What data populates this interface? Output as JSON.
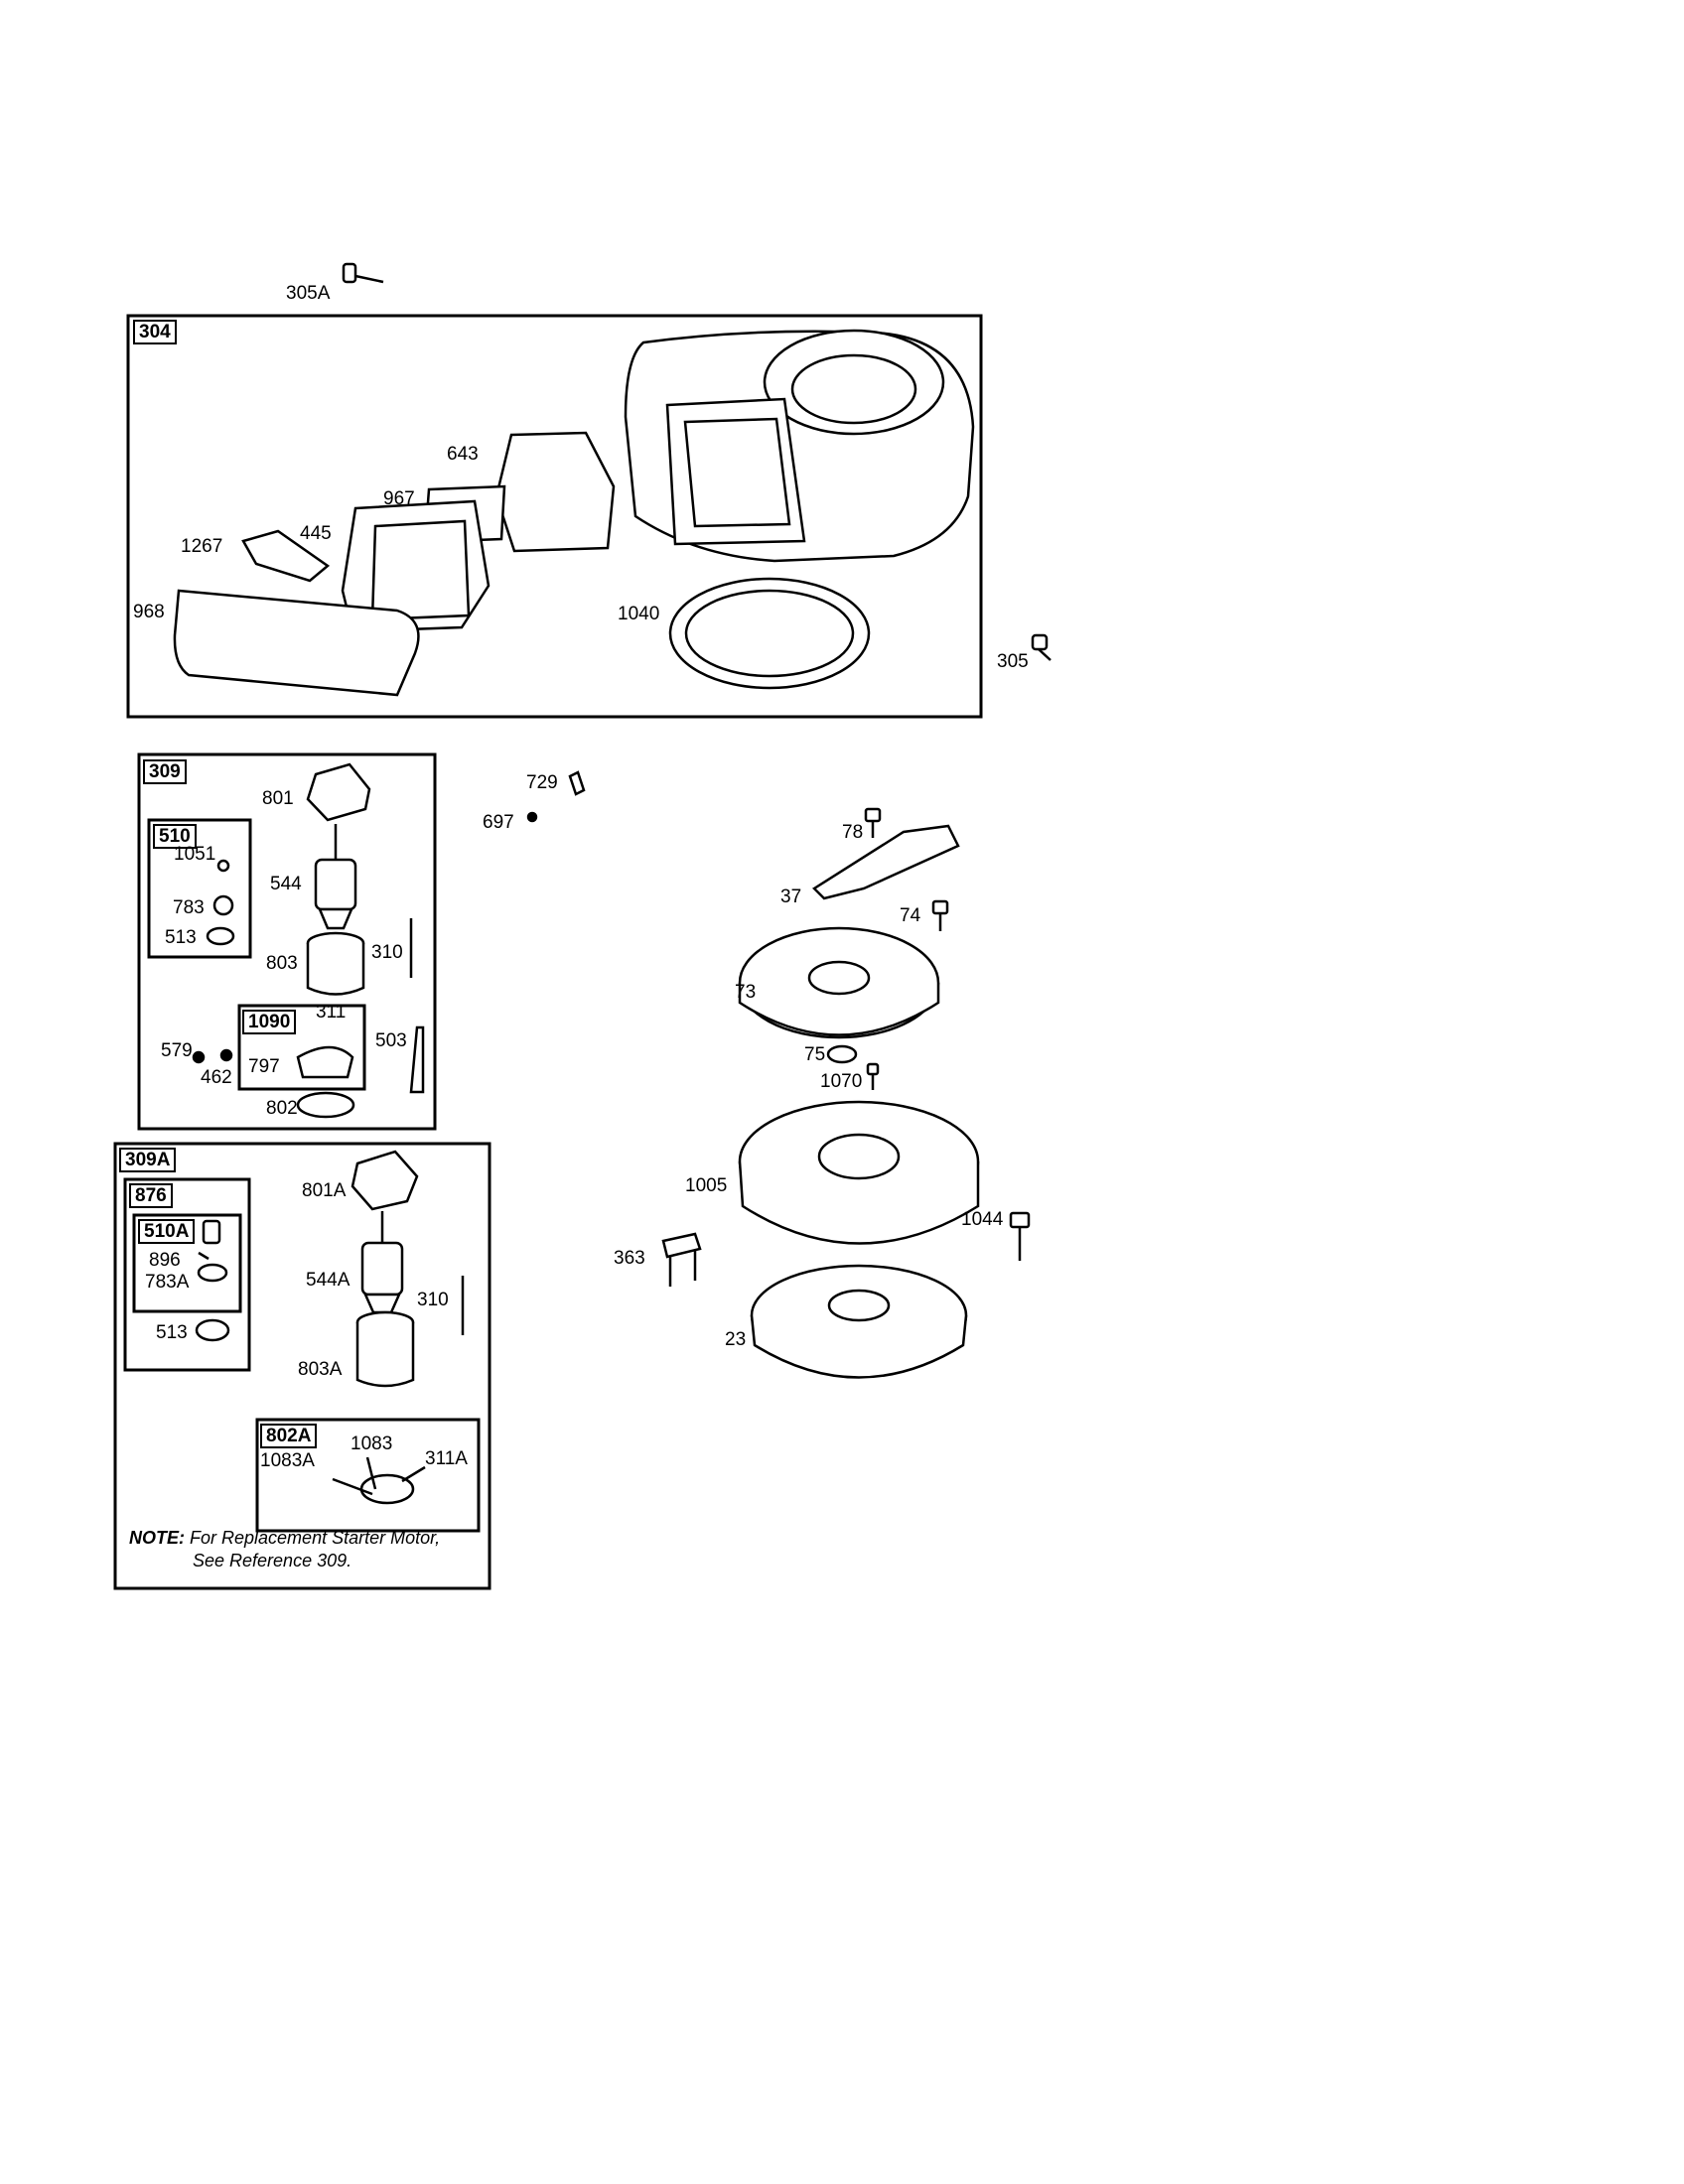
{
  "boxes": {
    "b304": "304",
    "b309": "309",
    "b510": "510",
    "b1090": "1090",
    "b309A": "309A",
    "b876": "876",
    "b510A": "510A",
    "b802A": "802A"
  },
  "parts": {
    "p305A": "305A",
    "p643": "643",
    "p967": "967",
    "p445": "445",
    "p1267": "1267",
    "p968": "968",
    "p1040": "1040",
    "p305": "305",
    "p801": "801",
    "p1051": "1051",
    "p544": "544",
    "p783": "783",
    "p513": "513",
    "p803": "803",
    "p310": "310",
    "p311": "311",
    "p797": "797",
    "p503": "503",
    "p579": "579",
    "p462": "462",
    "p802": "802",
    "p729": "729",
    "p697": "697",
    "p78": "78",
    "p37": "37",
    "p74": "74",
    "p73": "73",
    "p75": "75",
    "p1070": "1070",
    "p1005": "1005",
    "p1044": "1044",
    "p363": "363",
    "p23": "23",
    "p801A": "801A",
    "p896": "896",
    "p783A": "783A",
    "p544A": "544A",
    "p310b": "310",
    "p513b": "513",
    "p803A": "803A",
    "p1083": "1083",
    "p1083A": "1083A",
    "p311A": "311A"
  },
  "note": {
    "prefix": "NOTE:",
    "line1": "For Replacement Starter Motor,",
    "line2": "See Reference 309."
  }
}
